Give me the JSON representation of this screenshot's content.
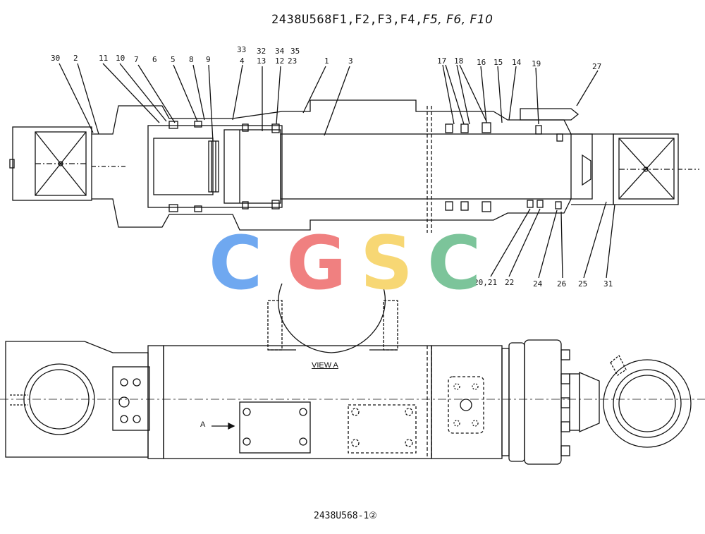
{
  "title": {
    "main": "2438U568F1,F2,F3,F4,",
    "handwritten": "F5, F6, F10"
  },
  "footer": "2438U568-1②",
  "view_label": "VIEW A",
  "arrow_label": "A",
  "watermark": {
    "letters": [
      "C",
      "G",
      "S",
      "C"
    ],
    "colors": [
      "#6fa8f0",
      "#f08080",
      "#f7d774",
      "#7cc49a"
    ]
  },
  "callouts_top": [
    "30",
    "2",
    "11",
    "10",
    "7",
    "6",
    "5",
    "8",
    "9",
    "33",
    "4",
    "32",
    "13",
    "34",
    "12",
    "35",
    "23",
    "1",
    "3"
  ],
  "callouts_right": [
    "17",
    "18",
    "16",
    "15",
    "14",
    "19",
    "27"
  ],
  "callouts_bottom": [
    "20,21",
    "22",
    "24",
    "26",
    "25",
    "31"
  ]
}
